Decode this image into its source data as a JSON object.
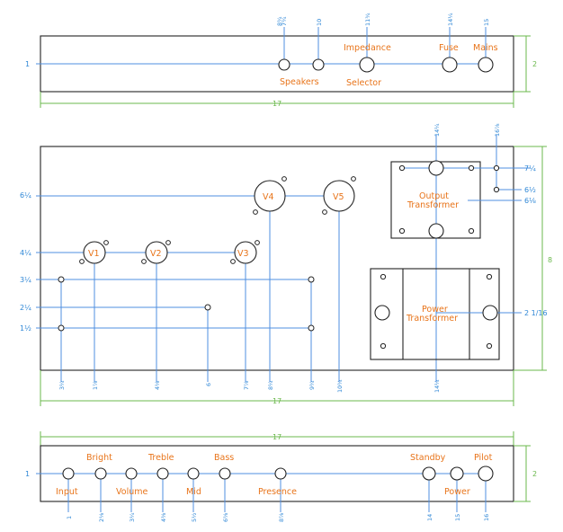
{
  "top_panel": {
    "labels": {
      "impedance": "Impedance",
      "fuse": "Fuse",
      "mains": "Mains",
      "speakers": "Speakers",
      "selector": "Selector"
    },
    "dims": {
      "row": "1",
      "width": "17",
      "height": "2",
      "h1": "7¾",
      "h2": "8¾",
      "h3": "10",
      "h4": "11¾",
      "h5": "14¼",
      "h6": "15"
    }
  },
  "chassis": {
    "tubes": {
      "v1": "V1",
      "v2": "V2",
      "v3": "V3",
      "v4": "V4",
      "v5": "V5"
    },
    "transformers": {
      "output_line1": "Output",
      "output_line2": "Transformer",
      "power_line1": "Power",
      "power_line2": "Transformer"
    },
    "left_dims": {
      "r1": "6¼",
      "r2": "4¼",
      "r3": "3¼",
      "r4": "2¼",
      "r5": "1½"
    },
    "right_dims": {
      "r1": "7¼",
      "r2": "6½",
      "r3": "6⅛",
      "r4": "2 1/16",
      "height": "8"
    },
    "bottom_dims": {
      "b1": "3¼",
      "b2": "1⅞",
      "b3": "4⅛",
      "b4": "6",
      "b5": "7⅞",
      "b6": "8¼",
      "b7": "9¾",
      "b8": "10¾",
      "b9": "14¼",
      "width": "17"
    },
    "top_dims": {
      "t1": "14¼",
      "t2": "16⅞"
    }
  },
  "front_panel": {
    "labels": {
      "bright": "Bright",
      "treble": "Treble",
      "bass": "Bass",
      "standby": "Standby",
      "pilot": "Pilot",
      "input": "Input",
      "volume": "Volume",
      "mid": "Mid",
      "presence": "Presence",
      "power": "Power"
    },
    "dims": {
      "width": "17",
      "row": "1",
      "height": "2",
      "d1": "1",
      "d2": "2⅛",
      "d3": "3¼",
      "d4": "4⅜",
      "d5": "5½",
      "d6": "6⅝",
      "d7": "8⅞",
      "d8": "14",
      "d9": "15",
      "d10": "16"
    }
  },
  "colors": {
    "label": "#e8741a",
    "dimension": "#2f87d6",
    "extent": "#6bb84c",
    "outline": "#222222"
  }
}
